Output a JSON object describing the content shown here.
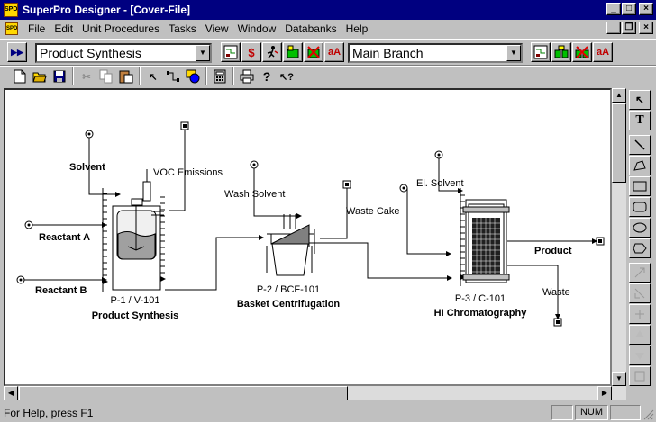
{
  "window": {
    "title": "SuperPro Designer - [Cover-File]",
    "app_icon_text": "SPD",
    "min_glyph": "_",
    "max_glyph": "□",
    "close_glyph": "×",
    "restore_glyph": "❐"
  },
  "menu": {
    "items": [
      "File",
      "Edit",
      "Unit Procedures",
      "Tasks",
      "View",
      "Window",
      "Databanks",
      "Help"
    ]
  },
  "toolbar1": {
    "section_combo": "Product Synthesis",
    "branch_combo": "Main Branch",
    "aa_label": "aA",
    "dollar_label": "$"
  },
  "flowsheet": {
    "streams": {
      "solvent": "Solvent",
      "voc": "VOC Emissions",
      "reactant_a": "Reactant A",
      "reactant_b": "Reactant B",
      "wash_solvent": "Wash Solvent",
      "waste_cake": "Waste Cake",
      "el_solvent": "El. Solvent",
      "product": "Product",
      "waste": "Waste"
    },
    "procedures": [
      {
        "id": "P-1 / V-101",
        "name": "Product Synthesis"
      },
      {
        "id": "P-2 / BCF-101",
        "name": "Basket Centrifugation"
      },
      {
        "id": "P-3 / C-101",
        "name": "HI Chromatography"
      }
    ]
  },
  "palette": {
    "select_glyph": "↖",
    "text_glyph": "T"
  },
  "status": {
    "help_text": "For Help, press F1",
    "num": "NUM"
  },
  "colors": {
    "title_bar": "#000080",
    "chrome": "#c0c0c0",
    "canvas": "#ffffff"
  }
}
